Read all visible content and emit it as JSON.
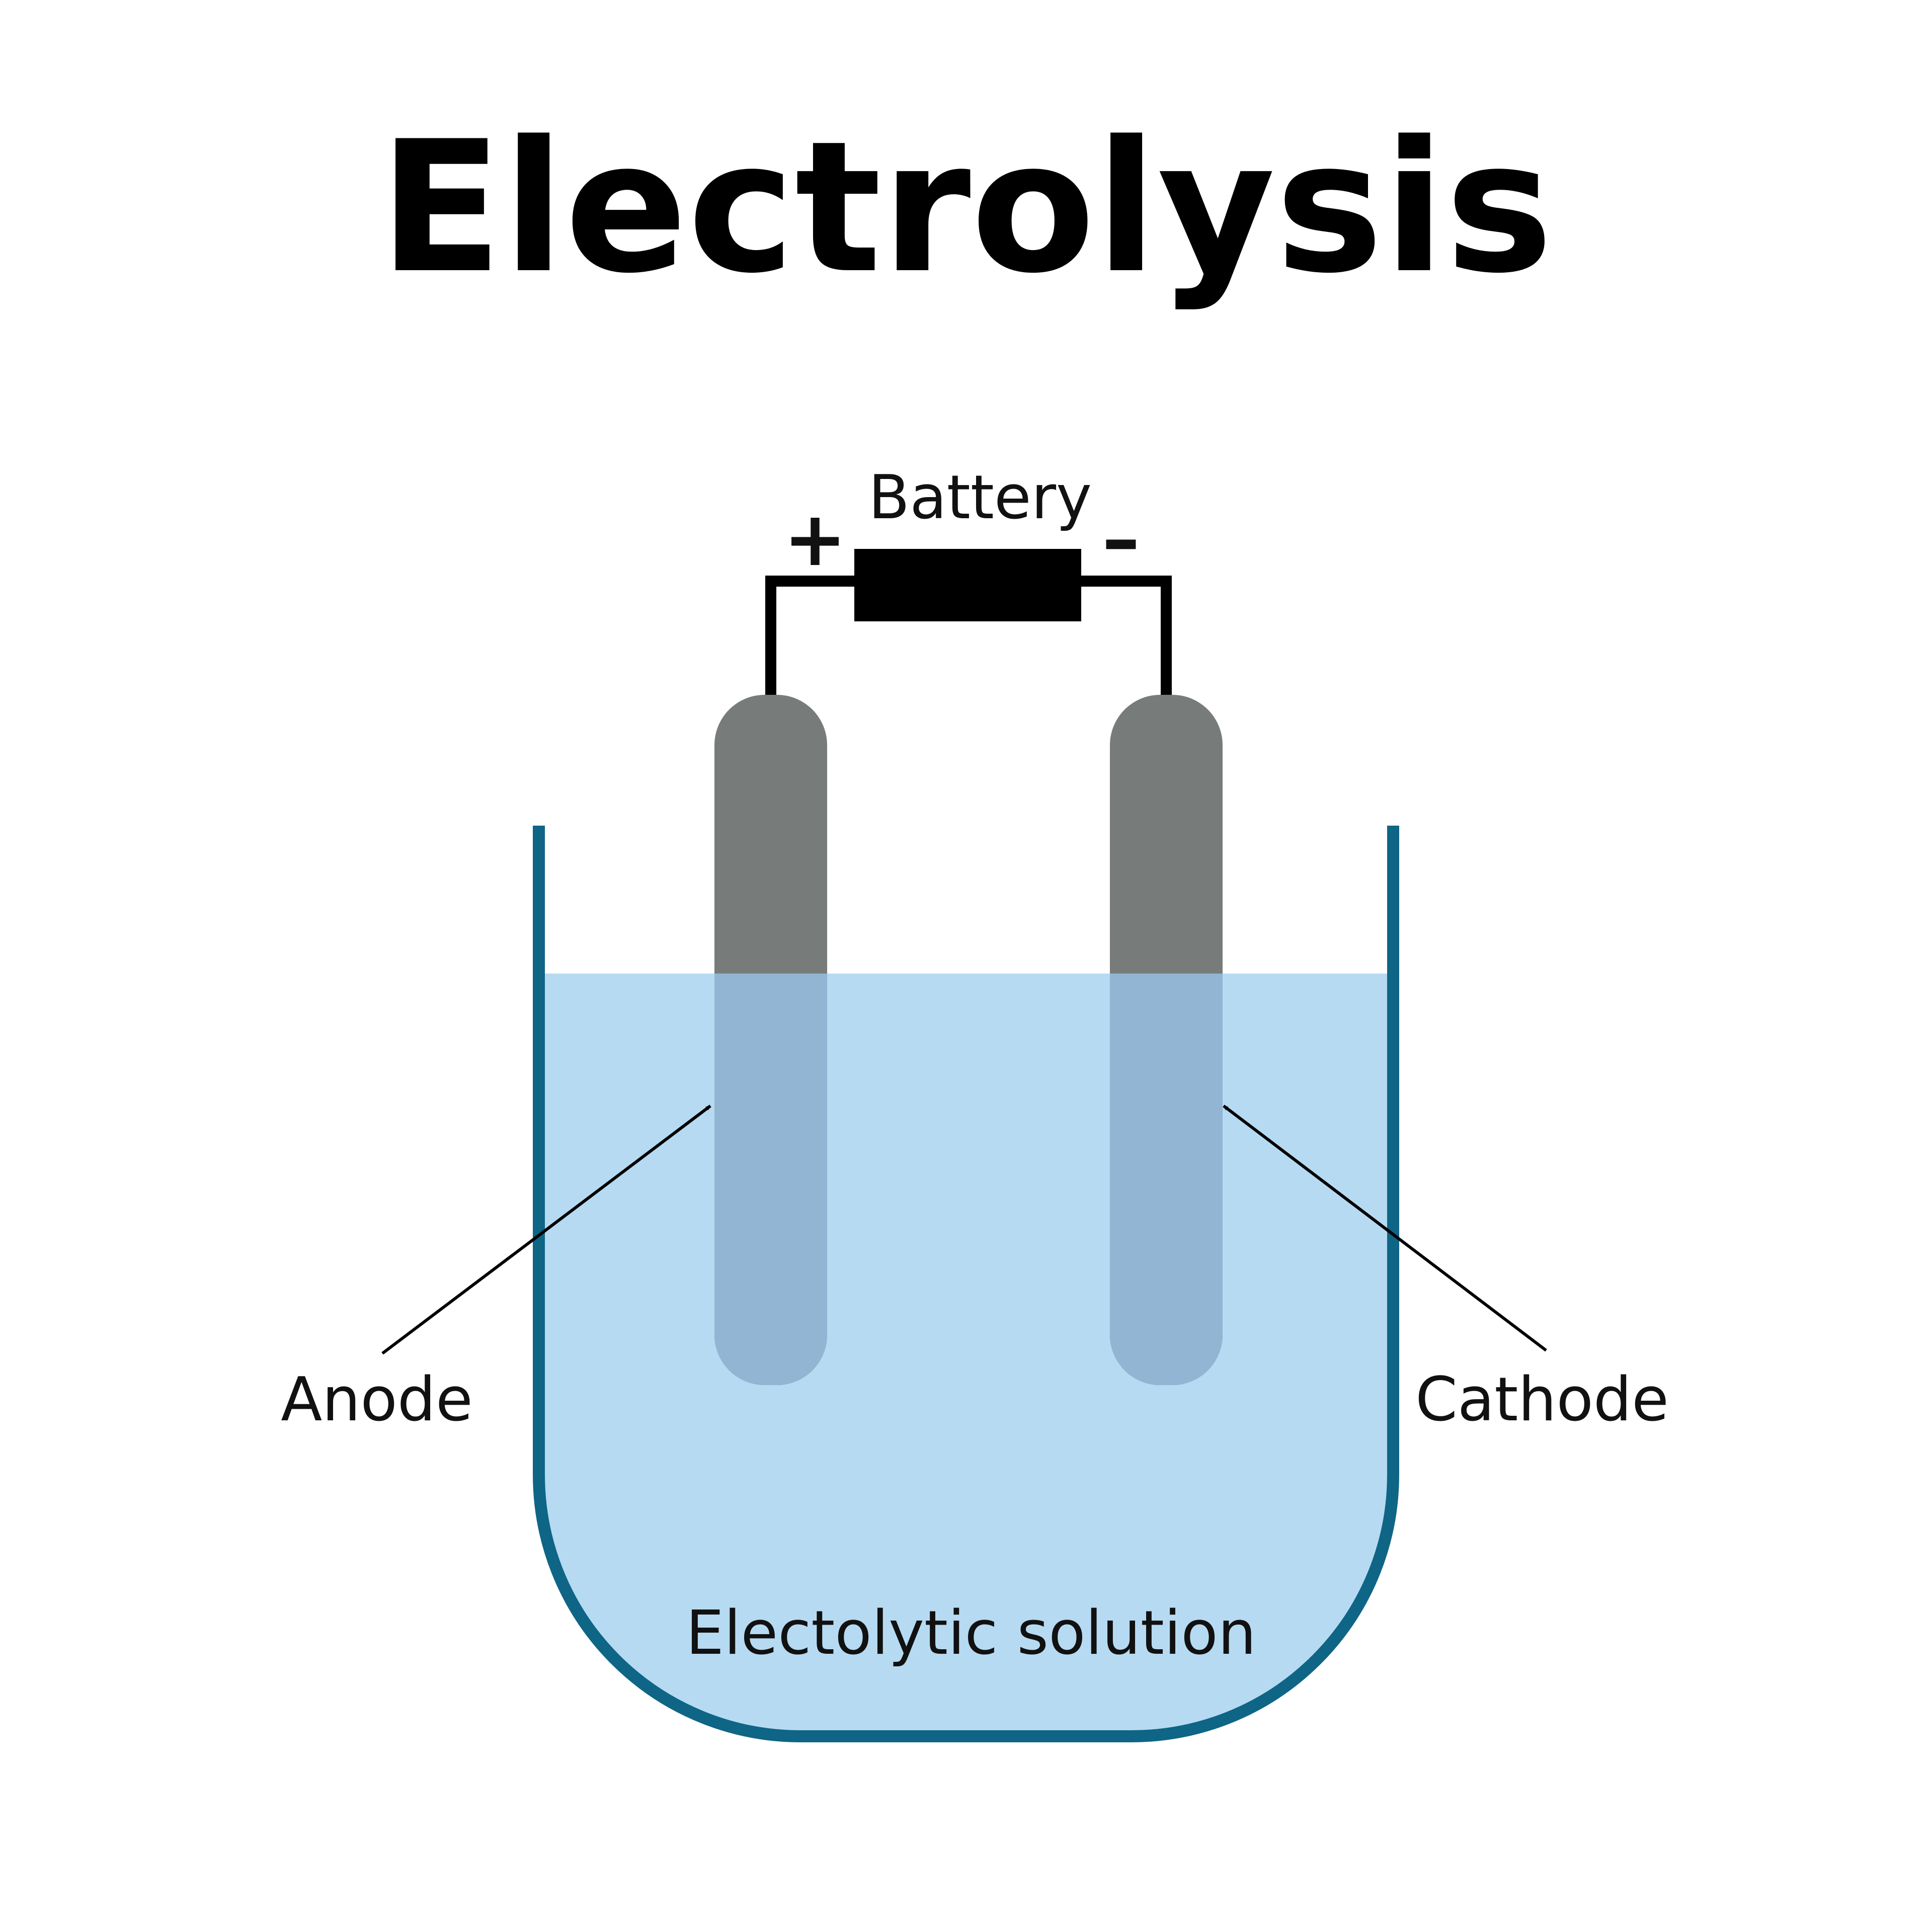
{
  "title": "Electrolysis",
  "battery": {
    "label": "Battery",
    "positive_sign": "+",
    "negative_sign": "–"
  },
  "labels": {
    "anode": "Anode",
    "cathode": "Cathode",
    "solution": "Electolytic solution"
  },
  "colors": {
    "container": "#0e6585",
    "solution": "#b6daf2",
    "electrode": "#777c7b",
    "electrode_submerged": "#92b5d3",
    "wire": "#000000",
    "battery": "#000000",
    "text": "#000000"
  }
}
